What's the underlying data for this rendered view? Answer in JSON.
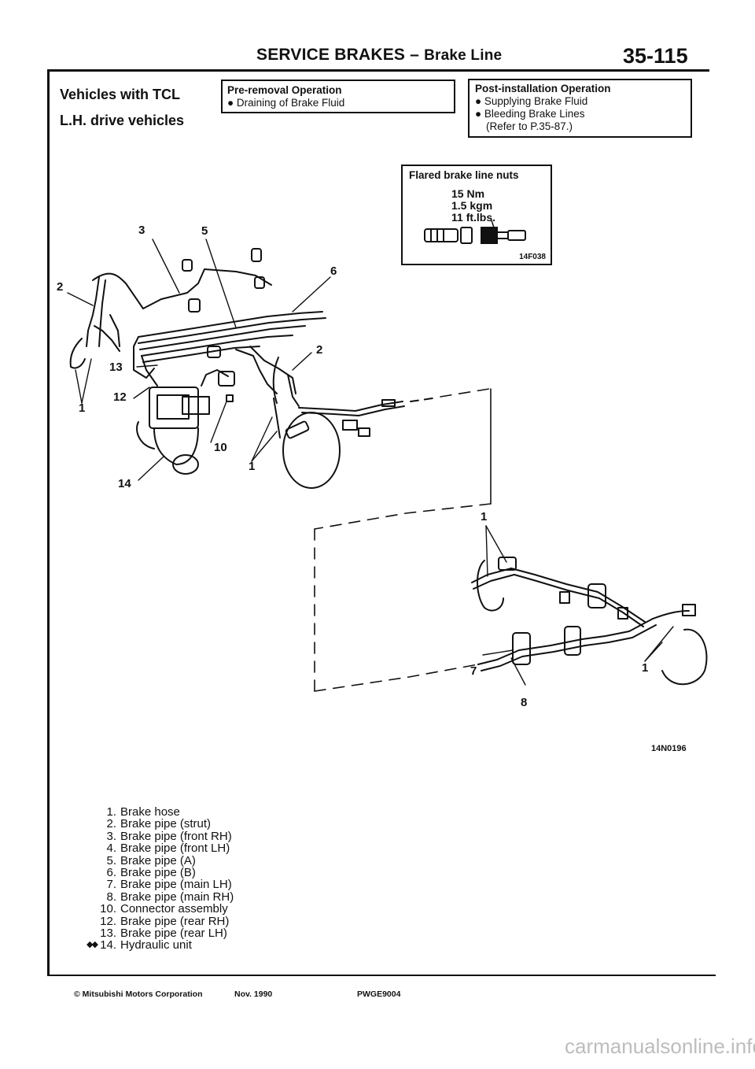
{
  "header": {
    "title": "SERVICE BRAKES",
    "separator": "–",
    "subtitle": "Brake Line",
    "page_number": "35-115"
  },
  "applicability": {
    "vehicles": "Vehicles with TCL",
    "drive": "L.H. drive vehicles"
  },
  "pre_removal": {
    "title": "Pre-removal Operation",
    "items": [
      "● Draining of Brake Fluid"
    ]
  },
  "post_installation": {
    "title": "Post-installation Operation",
    "items": [
      "● Supplying Brake Fluid",
      "● Bleeding Brake Lines",
      "(Refer to P.35-87.)"
    ]
  },
  "flared_nuts": {
    "title": "Flared brake line nuts",
    "torque": [
      "15 Nm",
      "1.5 kgm",
      "11 ft.lbs."
    ],
    "figure_code": "14F038"
  },
  "diagram": {
    "figure_code": "14N0196",
    "callouts": [
      "3",
      "5",
      "6",
      "2",
      "2",
      "13",
      "12",
      "1",
      "10",
      "1",
      "14",
      "1",
      "7",
      "8",
      "1"
    ]
  },
  "parts_list": [
    {
      "num": "1.",
      "name": "Brake hose"
    },
    {
      "num": "2.",
      "name": "Brake pipe (strut)"
    },
    {
      "num": "3.",
      "name": "Brake pipe (front RH)"
    },
    {
      "num": "4.",
      "name": "Brake pipe (front LH)"
    },
    {
      "num": "5.",
      "name": "Brake pipe (A)"
    },
    {
      "num": "6.",
      "name": "Brake pipe (B)"
    },
    {
      "num": "7.",
      "name": "Brake pipe (main LH)"
    },
    {
      "num": "8.",
      "name": "Brake pipe (main RH)"
    },
    {
      "num": "10.",
      "name": "Connector assembly"
    },
    {
      "num": "12.",
      "name": "Brake pipe (rear RH)"
    },
    {
      "num": "13.",
      "name": "Brake pipe (rear LH)"
    },
    {
      "num": "14.",
      "name": "Hydraulic unit",
      "symbol": "◆◆"
    }
  ],
  "footer": {
    "copyright": "© Mitsubishi Motors Corporation",
    "date": "Nov. 1990",
    "code": "PWGE9004"
  },
  "watermark": "carmanualsonline.info"
}
